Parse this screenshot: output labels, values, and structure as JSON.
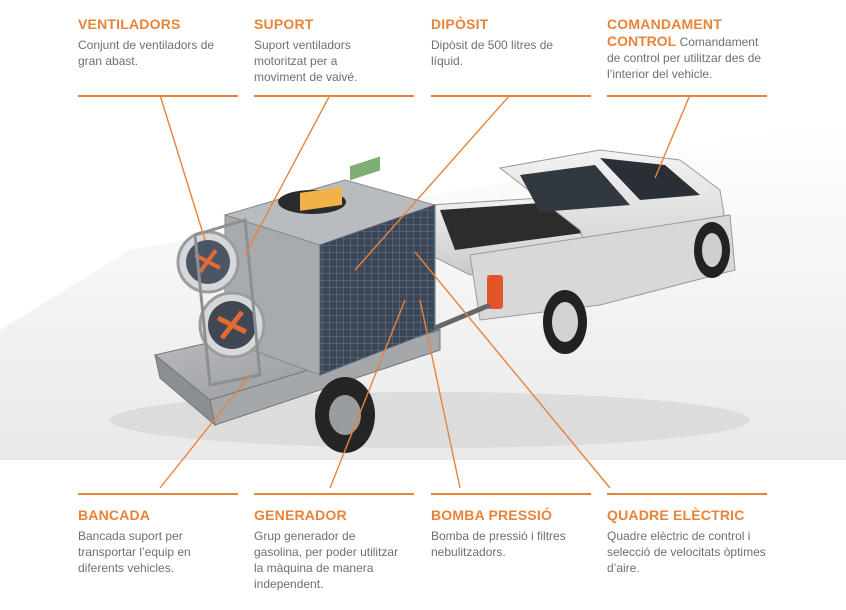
{
  "callouts": {
    "ventiladors": {
      "title": "VENTILADORS",
      "desc": "Conjunt de ventiladors de gran abast."
    },
    "suport": {
      "title": "SUPORT",
      "desc": "Suport ventiladors motoritzat per a moviment de vaivé."
    },
    "diposit": {
      "title": "DIPÒSIT",
      "desc": "Dipòsit de 500 litres de líquid."
    },
    "comandament": {
      "title_line1": "COMANDAMENT",
      "title_line2": "CONTROL",
      "desc": "Comandament de control per utilitzar des de l’interior del vehicle."
    },
    "bancada": {
      "title": "BANCADA",
      "desc": "Bancada suport per transportar l’equip en diferents vehicles."
    },
    "generador": {
      "title": "GENERADOR",
      "desc": "Grup generador de gasolina, per poder utilitzar la màquina de manera independent."
    },
    "bomba": {
      "title": "BOMBA PRESSIÓ",
      "desc": "Bomba de pressió i filtres nebulitzadors."
    },
    "quadre": {
      "title": "QUADRE ELÈCTRIC",
      "desc": "Quadre elèctric de control i selecció de velocitats òptimes d’aire."
    }
  },
  "colors": {
    "accent": "#e8833a",
    "text": "#6f6f6f"
  }
}
